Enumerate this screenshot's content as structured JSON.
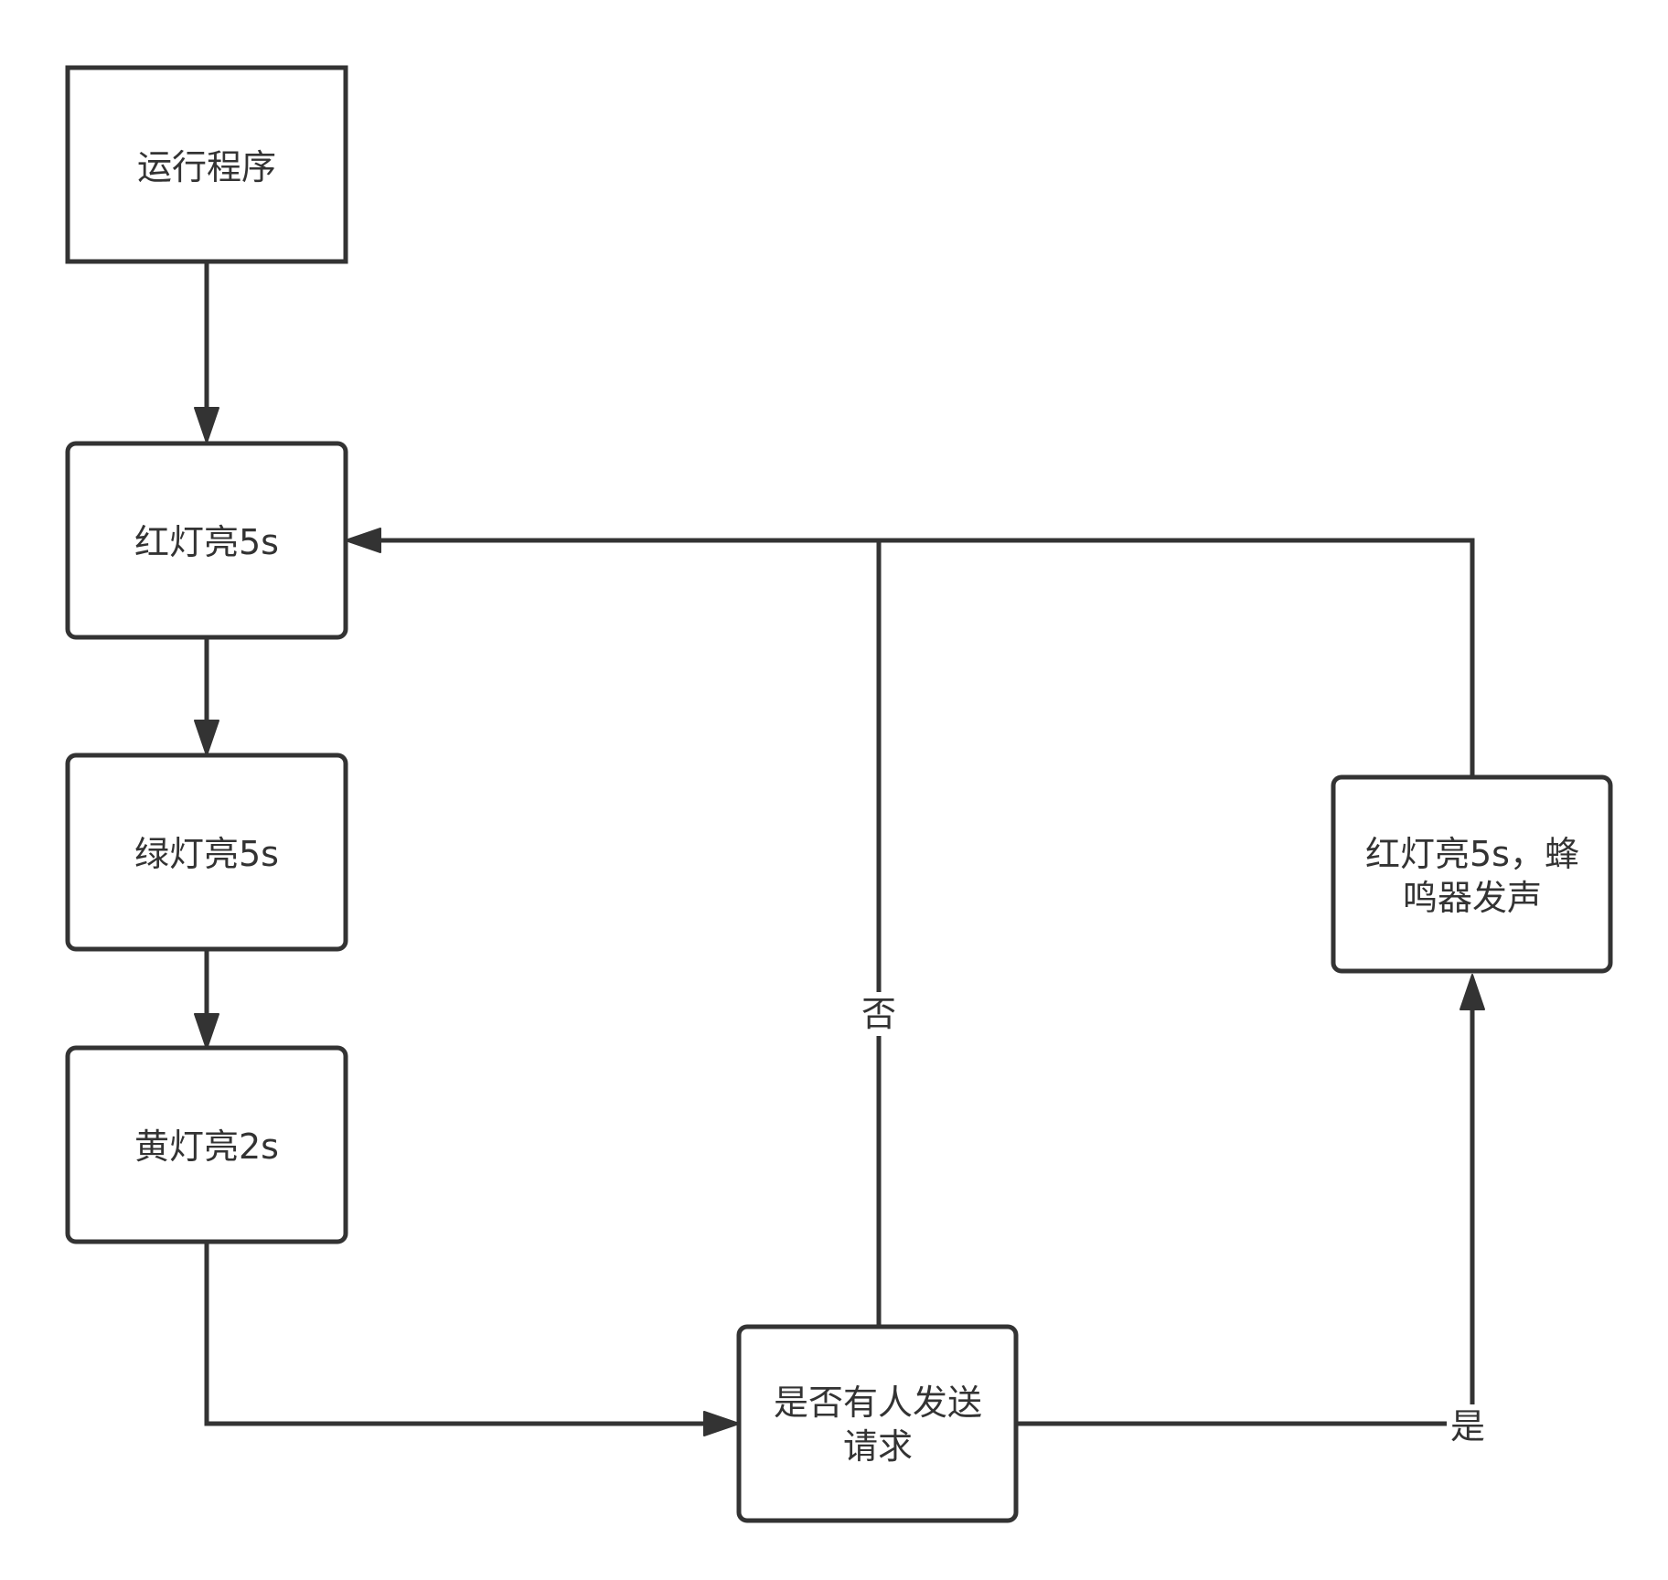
{
  "nodes": {
    "run_program": {
      "label": "运行程序"
    },
    "red_light": {
      "label": "红灯亮5s"
    },
    "green_light": {
      "label": "绿灯亮5s"
    },
    "yellow_light": {
      "label": "黄灯亮2s"
    },
    "request_check": {
      "line1": "是否有人发送",
      "line2": "请求"
    },
    "red_buzzer": {
      "line1": "红灯亮5s，蜂",
      "line2": "鸣器发声"
    }
  },
  "edges": {
    "no_label": "否",
    "yes_label": "是"
  },
  "colors": {
    "stroke": "#333333",
    "background": "#ffffff"
  }
}
